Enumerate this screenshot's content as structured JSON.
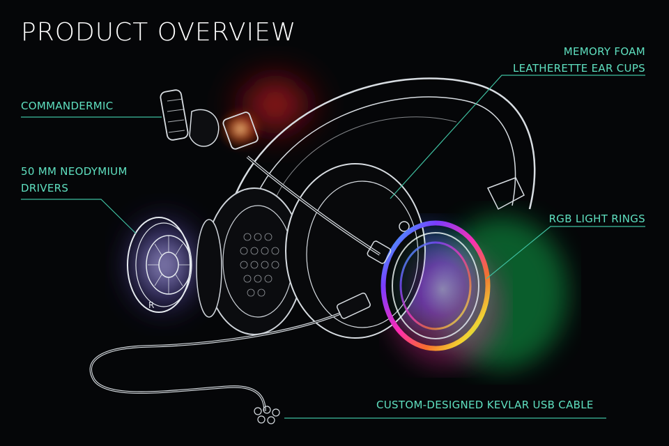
{
  "title": "PRODUCT OVERVIEW",
  "colors": {
    "background": "#050608",
    "title": "#ffffff",
    "callout_text": "#5fe0c0",
    "leader_line": "#3fbfa0",
    "outline": "#d8dde2"
  },
  "callouts": {
    "memory_foam": [
      "MEMORY FOAM",
      "LEATHERETTE EAR CUPS"
    ],
    "commandermic": [
      "COMMANDERMIC"
    ],
    "drivers": [
      "50 MM NEODYMIUM",
      "DRIVERS"
    ],
    "rgb_rings": [
      "RGB LIGHT RINGS"
    ],
    "cable": [
      "CUSTOM-DESIGNED KEVLAR USB CABLE"
    ]
  },
  "driver_side_label": "R"
}
